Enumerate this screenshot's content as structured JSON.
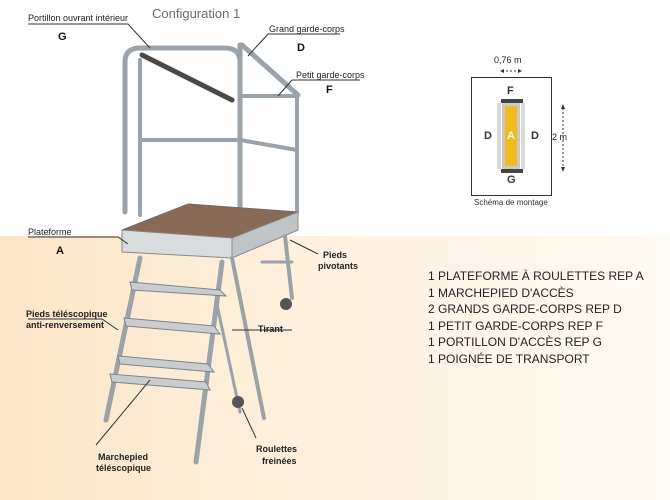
{
  "title": "Configuration 1",
  "labels": {
    "portillon": "Portillon ouvrant intérieur",
    "portillon_letter": "G",
    "grand": "Grand garde-corps",
    "grand_letter": "D",
    "petit": "Petit garde-corps",
    "petit_letter": "F",
    "plateforme": "Plateforme",
    "plateforme_letter": "A",
    "pieds_pivotants_1": "Pieds",
    "pieds_pivotants_2": "pivotants",
    "pieds_tele_1": "Pieds téléscopique",
    "pieds_tele_2": "anti-renversement",
    "tirant": "Tirant",
    "marchepied_1": "Marchepied",
    "marchepied_2": "téléscopique",
    "roulettes_1": "Roulettes",
    "roulettes_2": "freinées"
  },
  "list": [
    "1 PLATEFORME À ROULETTES REP A",
    "1 MARCHEPIED D'ACCÈS",
    "2 GRANDS GARDE-CORPS REP D",
    "1 PETIT GARDE-CORPS REP F",
    "1 PORTILLON D'ACCÈS REP G",
    "1 POIGNÉE DE TRANSPORT"
  ],
  "schema": {
    "width_label": "0,76 m",
    "height_label": "2 m",
    "top": "F",
    "left": "D",
    "center": "A",
    "right": "D",
    "bottom": "G",
    "caption": "Schéma de montage"
  },
  "colors": {
    "plate": "#f2bb1c",
    "band": "#fdeed8"
  }
}
